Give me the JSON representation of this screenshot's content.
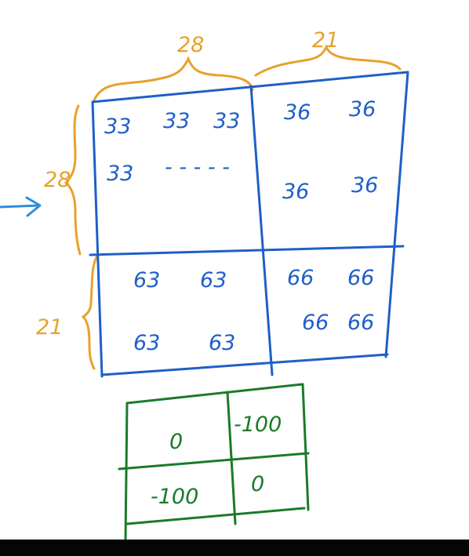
{
  "image_matrix": {
    "column_widths": [
      "28",
      "21"
    ],
    "row_heights": [
      "28",
      "21"
    ],
    "cells": {
      "top_left": [
        "33",
        "33",
        "33",
        "33",
        "- - - - -"
      ],
      "top_right": [
        "36",
        "36",
        "36",
        "36"
      ],
      "bottom_left": [
        "63",
        "63",
        "63",
        "63"
      ],
      "bottom_right": [
        "66",
        "66",
        "66",
        "66"
      ]
    }
  },
  "filter_matrix": {
    "cells": [
      "0",
      "-100",
      "-100",
      "0"
    ]
  },
  "colors": {
    "grid_ink": "#1f5fc8",
    "brace_ink": "#e7a22b",
    "filter_ink": "#1b7a2b",
    "arrow_ink": "#2f8ddb"
  }
}
